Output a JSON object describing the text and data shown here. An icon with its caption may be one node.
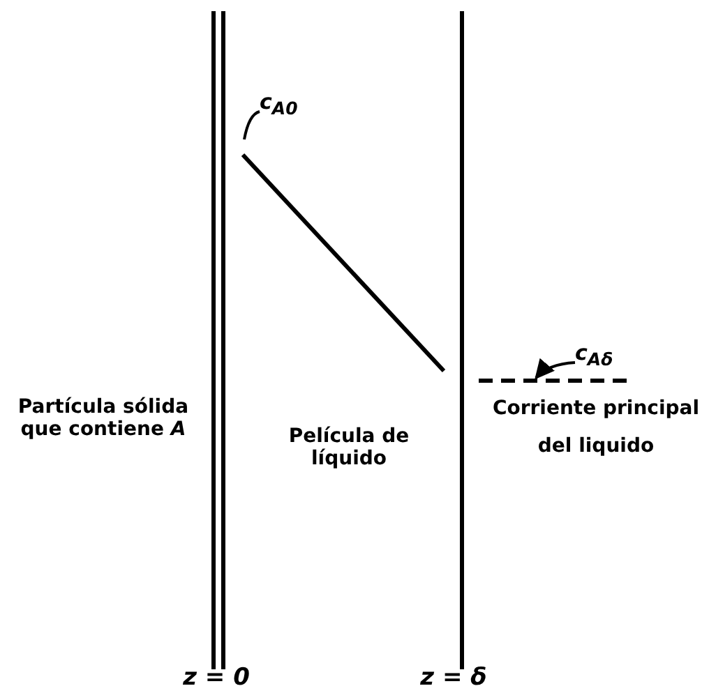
{
  "diagram": {
    "nodes": [
      {
        "text": [
          "c$_{A0}$"
        ]
      },
      {
        "text": [],
        "shape": "line"
      },
      {
        "text": [
          "c$_{Aδ}$"
        ]
      },
      {
        "text": [],
        "shape": "line"
      }
    ],
    "edges": [
      {
        "from": 0,
        "to": 1,
        "arrow": "none"
      },
      {
        "from": 2,
        "to": 3,
        "arrow": "to"
      }
    ],
    "labels": [
      "Partícula sólida que contiene *A*",
      "Película de líquido",
      "Corriente principal del liquido",
      "z = 0",
      "z = δ"
    ]
  }
}
